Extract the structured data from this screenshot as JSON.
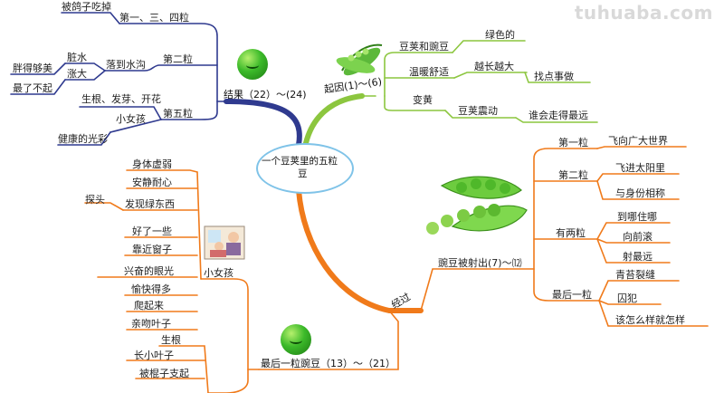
{
  "watermark": "tuhuaba.com",
  "center": {
    "line1": "一个豆荚里的五粒",
    "line2": "豆"
  },
  "branches": {
    "qiyin": {
      "label": "起因(1)～(6)",
      "items": [
        {
          "label": "豆荚和豌豆",
          "child": "绿色的"
        },
        {
          "label": "温暖舒适",
          "child": "越长越大",
          "grandchild": "找点事做"
        },
        {
          "label": "变黄",
          "child": "豆荚震动",
          "grandchild": "谁会走得最远"
        }
      ]
    },
    "jieguo": {
      "label": "结果（22）～(24)",
      "items": [
        {
          "label": "第一、三、四粒",
          "child": "被鸽子吃掉"
        },
        {
          "label": "第二粒",
          "child": "落到水沟",
          "leaves": [
            "脏水",
            "涨大",
            "胖得够美",
            "最了不起"
          ]
        },
        {
          "label": "第五粒",
          "child": "生根、发芽、开花",
          "leaves": [
            "小女孩",
            "健康的光彩"
          ]
        }
      ]
    },
    "jingguo": {
      "label": "经过",
      "sub": "豌豆被射出(7)～⑿",
      "groups": [
        {
          "label": "第一粒",
          "items": [
            "飞向广大世界"
          ]
        },
        {
          "label": "第二粒",
          "items": [
            "飞进太阳里",
            "与身份相称"
          ]
        },
        {
          "label": "有两粒",
          "items": [
            "到哪住哪",
            "向前滚",
            "射最远"
          ]
        },
        {
          "label": "最后一粒",
          "items": [
            "青苔裂缝",
            "囚犯",
            "该怎么样就怎样"
          ]
        }
      ],
      "last": {
        "label": "最后一粒豌豆（13）～（21）",
        "girl": {
          "label": "小女孩",
          "items": [
            "身体虚弱",
            "安静耐心",
            "发现绿东西",
            "好了一些",
            "靠近窗子",
            "兴奋的眼光",
            "愉快得多",
            "爬起来",
            "亲吻叶子"
          ],
          "extra": "探头"
        },
        "pea": {
          "items": [
            "生根",
            "长小叶子",
            "被棍子支起"
          ]
        }
      }
    }
  },
  "colors": {
    "center_border": "#7fc3e8",
    "qiyin": "#8cc63f",
    "jieguo": "#2f3a8f",
    "jingguo": "#f07a1a"
  }
}
